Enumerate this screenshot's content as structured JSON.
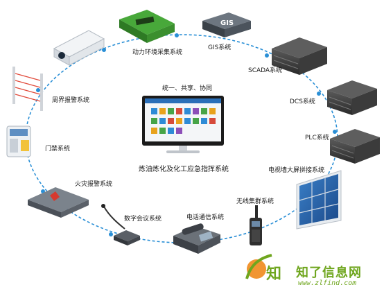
{
  "center": {
    "top_label": "统一、共享、协同",
    "main_label": "炼油炼化及化工应急指挥系统"
  },
  "nodes": {
    "power_env": "动力环境采集系统",
    "gis": "GIS系统",
    "gis_device_text": "GIS",
    "scada": "SCADA系统",
    "dcs": "DCS系统",
    "plc": "PLC系统",
    "videowall": "电视墙大屏拼接系统",
    "wireless": "无线集群系统",
    "telephone": "电话通信系统",
    "conference": "数字会议系统",
    "fire_alarm": "火灾报警系统",
    "access_control": "门禁系统",
    "perimeter": "周界报警系统"
  },
  "watermark": {
    "logo_text": "知",
    "site_name": "知了信息网",
    "url": "www.zlfind.com"
  },
  "colors": {
    "ring": "#2a8fd6",
    "watermark_green": "#6fa61e",
    "watermark_orange": "#f08a1c"
  }
}
